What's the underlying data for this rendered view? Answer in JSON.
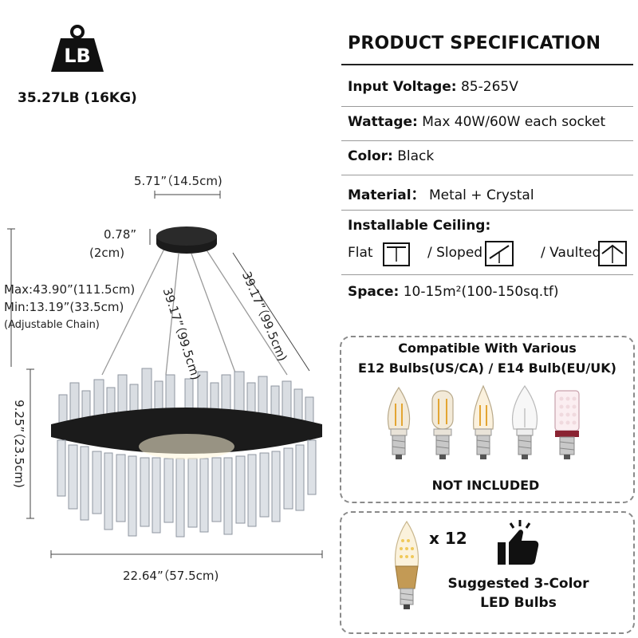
{
  "weight": {
    "icon_label": "LB",
    "text": "35.27LB (16KG)"
  },
  "dimensions": {
    "top_canopy_width": "5.71”（14.5cm)",
    "canopy_height_line1": "0.78”",
    "canopy_height_line2": "(2cm)",
    "chain_max": "Max:43.90”(111.5cm)",
    "chain_min": "Min:13.19”(33.5cm)",
    "chain_note": "(Adjustable Chain)",
    "chain_left": "39.17”（99.5cm)",
    "chain_right": "39.17”（99.5cm)",
    "body_height": "9.25”（23.5cm)",
    "body_width": "22.64”（57.5cm)"
  },
  "spec": {
    "title": "PRODUCT SPECIFICATION",
    "rows": [
      {
        "label": "Input Voltage:",
        "value": "85-265V"
      },
      {
        "label": "Wattage:",
        "value": "Max 40W/60W each socket"
      },
      {
        "label": "Color:",
        "value": "Black"
      },
      {
        "label": "Material：",
        "value": "Metal + Crystal"
      }
    ],
    "ceiling_label": "Installable Ceiling:",
    "ceiling_types": [
      "Flat",
      "/ Sloped",
      "/ Vaulted"
    ],
    "space_label": "Space:",
    "space_value": "10-15m²(100-150sq.tf)"
  },
  "bulbs_box": {
    "line1": "Compatible With Various",
    "line2": "E12 Bulbs(US/CA) / E14 Bulb(EU/UK)",
    "note": "NOT INCLUDED"
  },
  "suggest_box": {
    "count": "x 12",
    "line1": "Suggested 3-Color",
    "line2": "LED Bulbs"
  },
  "colors": {
    "frame": "#1b1b1b",
    "gold": "#b8955a",
    "dashed": "#8a8a8a"
  }
}
